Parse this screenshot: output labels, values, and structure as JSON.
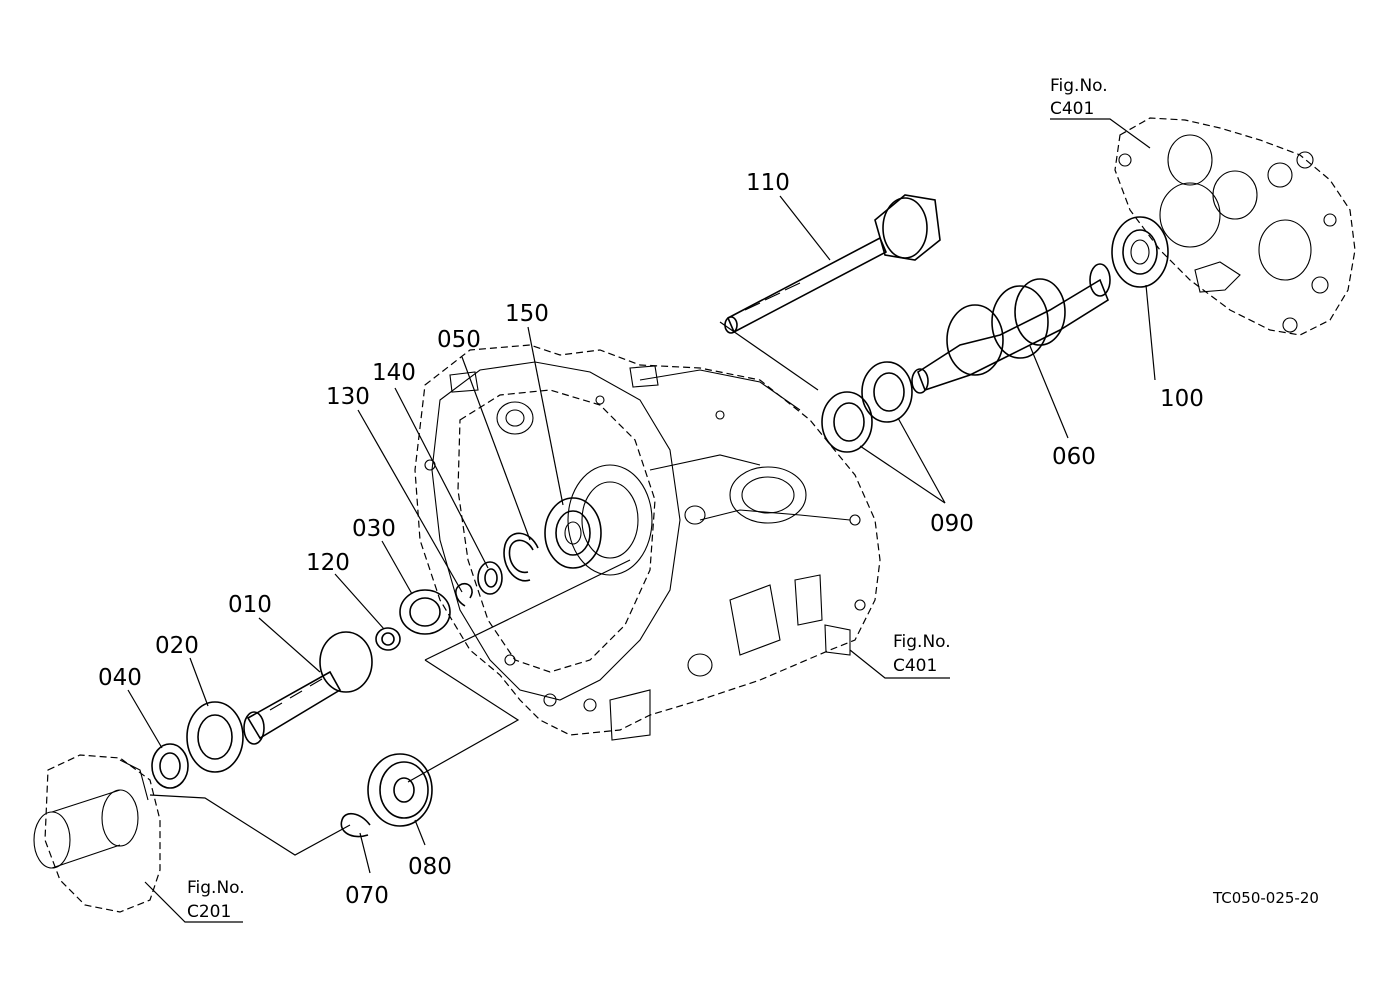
{
  "callouts": {
    "c010": "010",
    "c020": "020",
    "c030": "030",
    "c040": "040",
    "c050": "050",
    "c060": "060",
    "c070": "070",
    "c080": "080",
    "c090": "090",
    "c100": "100",
    "c110": "110",
    "c120": "120",
    "c130": "130",
    "c140": "140",
    "c150": "150"
  },
  "figure_refs": [
    {
      "label": "Fig.No.",
      "code": "C401"
    },
    {
      "label": "Fig.No.",
      "code": "C401"
    },
    {
      "label": "Fig.No.",
      "code": "C201"
    }
  ],
  "drawing_code": "TC050-025-20"
}
